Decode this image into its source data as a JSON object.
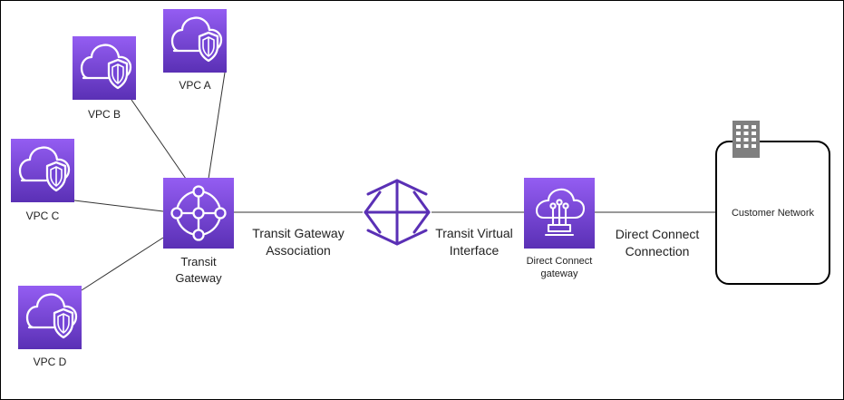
{
  "colors": {
    "aws_purple_top": "#945df2",
    "aws_purple_bottom": "#5a30b5",
    "arrow_purple": "#5a30b5",
    "line": "#333333",
    "building_gray": "#7f7f7f"
  },
  "nodes": {
    "vpc_a": {
      "label": "VPC A",
      "icon": "vpc-cloud-shield-icon"
    },
    "vpc_b": {
      "label": "VPC B",
      "icon": "vpc-cloud-shield-icon"
    },
    "vpc_c": {
      "label": "VPC C",
      "icon": "vpc-cloud-shield-icon"
    },
    "vpc_d": {
      "label": "VPC D",
      "icon": "vpc-cloud-shield-icon"
    },
    "transit_gateway": {
      "line1": "Transit",
      "line2": "Gateway",
      "icon": "transit-gateway-icon"
    },
    "transit_vif": {
      "icon": "four-way-arrow-icon"
    },
    "direct_connect_gateway": {
      "line1": "Direct Connect",
      "line2": "gateway",
      "icon": "direct-connect-gateway-icon"
    },
    "customer_network": {
      "label": "Customer Network",
      "icon": "building-icon"
    }
  },
  "edges": {
    "tgw_association": {
      "line1": "Transit Gateway",
      "line2": "Association"
    },
    "transit_vif": {
      "line1": "Transit Virtual",
      "line2": "Interface"
    },
    "dx_connection": {
      "line1": "Direct Connect",
      "line2": "Connection"
    }
  }
}
